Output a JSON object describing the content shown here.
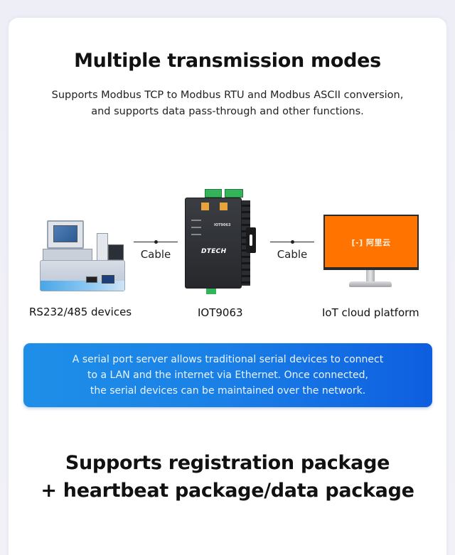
{
  "section1": {
    "title": "Multiple transmission modes",
    "subtitle_lines": [
      "Supports Modbus TCP to Modbus RTU and Modbus ASCII conversion,",
      "and supports data pass-through and other functions."
    ]
  },
  "diagram": {
    "nodes": [
      {
        "label": "RS232/485 devices",
        "icon": "industrial-device-icon"
      },
      {
        "label": "IOT9063",
        "icon": "serial-server-icon",
        "device_model": "IOT9063",
        "device_brand": "DTECH"
      },
      {
        "label": "IoT cloud platform",
        "icon": "monitor-icon",
        "screen_logo": "[-] 阿里云"
      }
    ],
    "connections": [
      {
        "label": "Cable"
      },
      {
        "label": "Cable"
      }
    ]
  },
  "info_box": {
    "lines": [
      "A serial port server allows traditional serial devices to connect",
      "to a LAN and the internet via Ethernet. Once connected,",
      "the serial devices can be maintained over the network."
    ]
  },
  "section2": {
    "title_lines": [
      "Supports registration package",
      "+ heartbeat package/data package"
    ]
  },
  "colors": {
    "accent_blue_left": "#1e8fe8",
    "accent_blue_right": "#0e5ee0",
    "cloud_orange": "#ff7300",
    "terminal_green": "#34b35a"
  }
}
